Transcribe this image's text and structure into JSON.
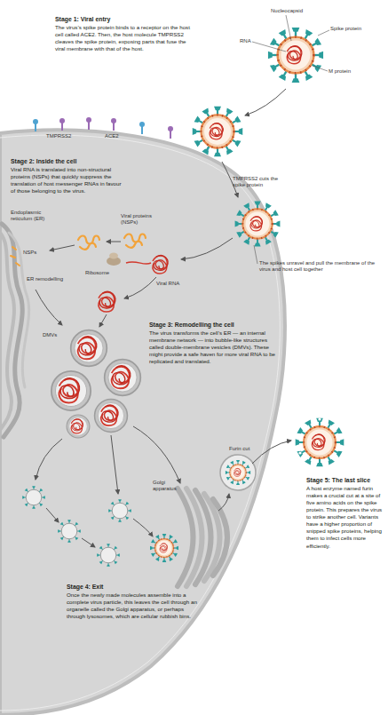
{
  "diagram": {
    "labels": [
      "Stage 1: Viral entry",
      "The virus’s spike protein binds to a receptor on the host cell called ACE2. Then, the host molecule TMPRSS2 cleaves the spike protein, exposing parts that fuse the viral membrane with that of the host.",
      "Nucleocapsid",
      "Spike protein",
      "RNA",
      "M protein",
      "TMPRSS2",
      "ACE2",
      "TMPRSS2 cuts the spike protein",
      "Stage 2: Inside the cell",
      "Viral RNA is translated into non-structural proteins (NSPs) that quickly suppress the translation of host messenger RNAs in favour of those belonging to the virus.",
      "The spikes unravel and pull the membrane of the virus and host cell together",
      "Endoplasmic reticulum (ER)",
      "Viral proteins (NSPs)",
      "NSPs",
      "Viral RNA",
      "Ribosome",
      "ER remodelling",
      "DMVs",
      "Stage 3: Remodelling the cell",
      "The virus transforms the cell’s ER — an internal membrane network — into bubble-like structures called double-membrane vesicles (DMVs). These might provide a safe haven for more viral RNA to be replicated and translated.",
      "Golgi apparatus",
      "Furin cut",
      "Stage 5: The last slice",
      "A host enzyme named furin makes a crucial cut at a site of five amino acids on the spike protein. This prepares the virus to strike another cell. Variants have a higher proportion of snipped spike proteins, helping them to infect cells more efficiently.",
      "Stage 4: Exit",
      "Once the newly made molecules assemble into a complete virus particle, this leaves the cell through an organelle called the Golgi apparatus, or perhaps through lysosomes, which are cellular rubbish bins."
    ]
  }
}
